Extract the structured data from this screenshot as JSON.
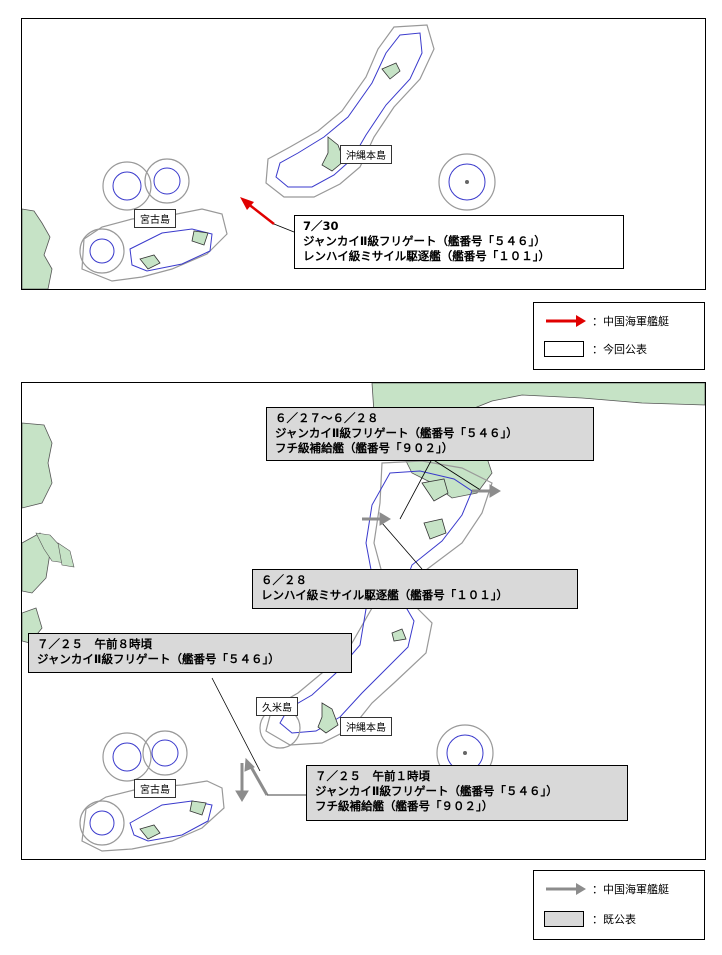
{
  "top_map": {
    "labels": {
      "okinawa": "沖縄本島",
      "miyako": "宮古島"
    },
    "callout": {
      "date": "7／30",
      "line1": "ジャンカイⅡ級フリゲート（艦番号「５４６」）",
      "line2": "レンハイ級ミサイル駆逐艦（艦番号「１０１」）"
    }
  },
  "legend_top": {
    "item1_label": "：中国海軍艦艇",
    "item2_label": "：今回公表",
    "arrow_color": "#e00000"
  },
  "bottom_map": {
    "labels": {
      "okinawa": "沖縄本島",
      "miyako": "宮古島",
      "kume": "久米島"
    },
    "callout_a": {
      "date": "６／２７～６／２８",
      "line1": "ジャンカイⅡ級フリゲート（艦番号「５４６」）",
      "line2": "フチ級補給艦（艦番号「９０２」）"
    },
    "callout_b": {
      "date": "６／２８",
      "line1": "レンハイ級ミサイル駆逐艦（艦番号「１０１」）"
    },
    "callout_c": {
      "date": "７／２５　午前８時頃",
      "line1": "ジャンカイⅡ級フリゲート（艦番号「５４６」）"
    },
    "callout_d": {
      "date": "７／２５　午前１時頃",
      "line1": "ジャンカイⅡ級フリゲート（艦番号「５４６」）",
      "line2": "フチ級補給艦（艦番号「９０２」）"
    }
  },
  "legend_bottom": {
    "item1_label": "：中国海軍艦艇",
    "item2_label": "：既公表",
    "arrow_color": "#8c8c8c",
    "swatch_color": "#d9d9d9"
  },
  "colors": {
    "land": "#c6e3c6",
    "outline": "#3a3acc",
    "zone": "#999999",
    "callout_gray": "#d9d9d9"
  }
}
